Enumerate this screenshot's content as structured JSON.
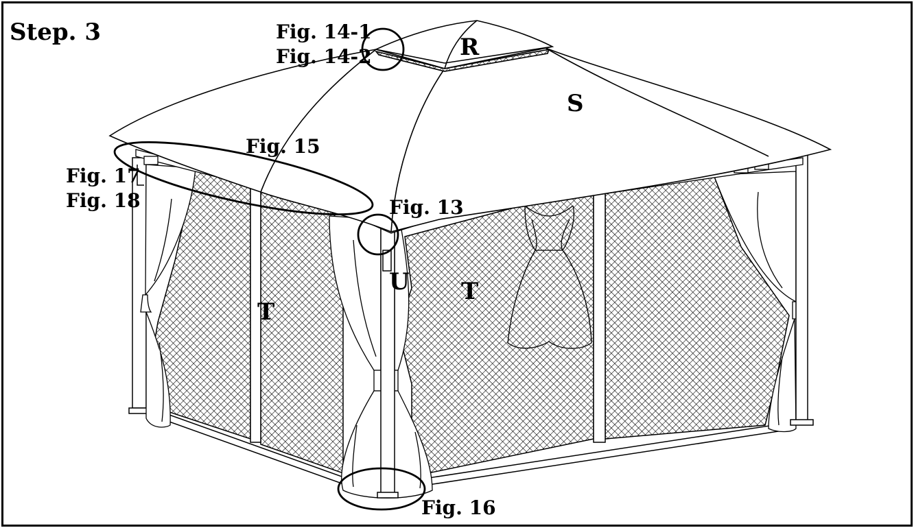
{
  "step_label": "Step. 3",
  "figures": {
    "fig_14_1": "Fig. 14-1",
    "fig_14_2": "Fig. 14-2",
    "fig_15": "Fig. 15",
    "fig_17": "Fig. 17",
    "fig_18": "Fig. 18",
    "fig_13": "Fig. 13",
    "fig_16": "Fig. 16"
  },
  "parts": {
    "r": "R",
    "s": "S",
    "t_left": "T",
    "t_right": "T",
    "u": "U"
  }
}
